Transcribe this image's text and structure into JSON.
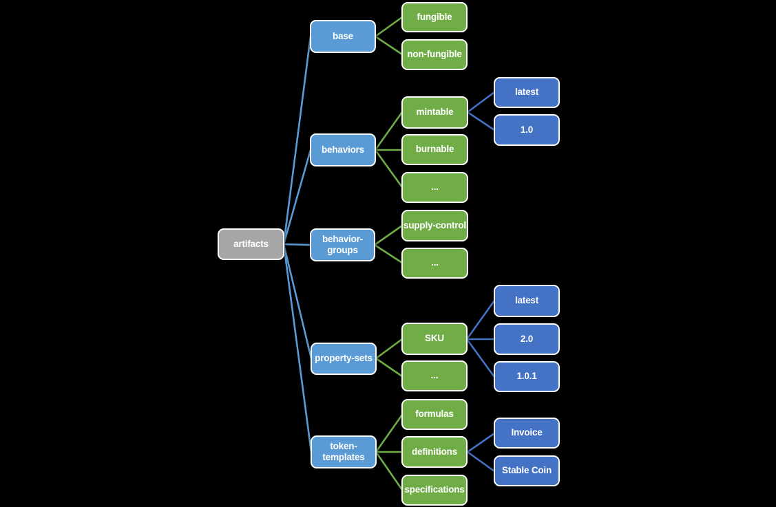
{
  "diagram": {
    "title": "artifacts taxonomy tree",
    "background_color": "#000000",
    "node_colors": {
      "root": "#A6A6A6",
      "category": "#5B9BD5",
      "item": "#70AD47",
      "version": "#4472C4"
    },
    "connector_colors": {
      "root_to_category": "#5B9BD5",
      "category_to_item": "#70AD47",
      "item_to_version": "#4472C4"
    }
  },
  "tree": {
    "label": "artifacts",
    "children": [
      {
        "label": "base",
        "children": [
          {
            "label": "fungible"
          },
          {
            "label": "non-fungible"
          }
        ]
      },
      {
        "label": "behaviors",
        "children": [
          {
            "label": "mintable",
            "children": [
              {
                "label": "latest"
              },
              {
                "label": "1.0"
              }
            ]
          },
          {
            "label": "burnable"
          },
          {
            "label": "..."
          }
        ]
      },
      {
        "label": "behavior-groups",
        "children": [
          {
            "label": "supply-control"
          },
          {
            "label": "..."
          }
        ]
      },
      {
        "label": "property-sets",
        "children": [
          {
            "label": "SKU",
            "children": [
              {
                "label": "latest"
              },
              {
                "label": "2.0"
              },
              {
                "label": "1.0.1"
              }
            ]
          },
          {
            "label": "..."
          }
        ]
      },
      {
        "label": "token-templates",
        "children": [
          {
            "label": "formulas"
          },
          {
            "label": "definitions",
            "children": [
              {
                "label": "Invoice"
              },
              {
                "label": "Stable Coin"
              }
            ]
          },
          {
            "label": "specifications"
          }
        ]
      }
    ]
  }
}
